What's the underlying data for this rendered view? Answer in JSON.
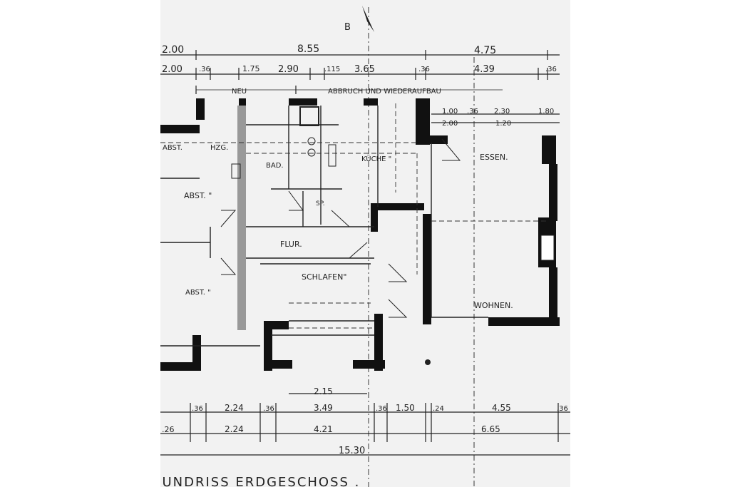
{
  "north_label": "B",
  "dimensions_top": {
    "row1": [
      "2.00",
      "8.55",
      "4.75"
    ],
    "row2": [
      "2.00",
      ".36",
      "1.75",
      "2.90",
      ".115",
      "3.65",
      ".36",
      "4.39",
      ".36"
    ],
    "section_labels": [
      "NEU",
      "ABBRUCH UND WIEDERAUFBAU"
    ],
    "right_row1": [
      "1.00",
      ".36",
      "2.30",
      "1.80"
    ],
    "right_row2": [
      "2.00",
      "1.20"
    ]
  },
  "rooms": {
    "abst_1": "ABST.",
    "hzg": "HZG.",
    "bad": "BAD.",
    "kueche": "KÜCHE \"",
    "essen": "ESSEN.",
    "abst_2": "ABST. \"",
    "sp": "SP.",
    "flur": "FLUR.",
    "schlafen": "SCHLAFEN\"",
    "abst_3": "ABST. \"",
    "wohnen": "WOHNEN."
  },
  "dimensions_bottom": {
    "window_width": "2.15",
    "row1": [
      ".36",
      "2.24",
      ".36",
      "3.49",
      ".36",
      "1.50",
      ".24",
      "4.55",
      ".36"
    ],
    "row2": [
      ".26",
      "2.24",
      "4.21",
      "6.65"
    ],
    "total": "15.30"
  },
  "title": "GRUNDRISS ERDGESCHOSS ."
}
